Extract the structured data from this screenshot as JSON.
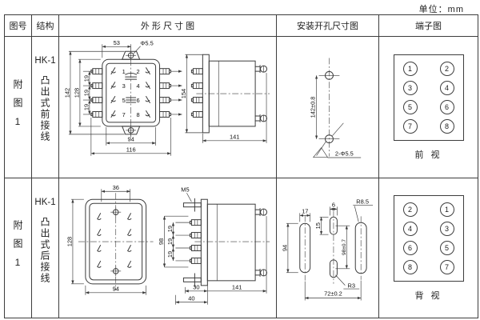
{
  "page": {
    "unit_label": "单位：mm"
  },
  "table": {
    "headers": [
      "图号",
      "结构",
      "外 形 尺 寸 图",
      "安装开孔尺寸图",
      "端子图"
    ]
  },
  "rows": [
    {
      "figure_no": "附图1",
      "structure": {
        "model": "HK-1",
        "type": "凸出式前接线"
      },
      "outline": {
        "dim_top": "53",
        "dim_hole": "Φ5.5",
        "dim_h_outer": "142",
        "dim_h_inner": "128",
        "dim_p1": "19",
        "dim_p2": "19",
        "dim_p3": "19",
        "dim_w_inner": "94",
        "dim_w_outer": "116",
        "dim_side_h": "154",
        "dim_depth": "141",
        "terminal_numbers": [
          "1",
          "2",
          "3",
          "4",
          "5",
          "6",
          "7",
          "8"
        ]
      },
      "mounting": {
        "dim_spacing": "142±0.8",
        "hole_label": "2-Φ5.5"
      },
      "terminals": {
        "numbers": [
          "1",
          "2",
          "3",
          "4",
          "5",
          "6",
          "7",
          "8"
        ],
        "view_label": "前 视"
      }
    },
    {
      "figure_no": "附图1",
      "structure": {
        "model": "HK-1",
        "type": "凸出式后接线"
      },
      "outline": {
        "dim_top": "36",
        "dim_h": "128",
        "dim_w": "94",
        "thread_label": "M5",
        "dim_side_h": "98",
        "dim_p1": "19",
        "dim_p2": "19",
        "dim_p3": "19",
        "dim_d1": "30",
        "dim_d2": "40",
        "dim_depth": "141"
      },
      "mounting": {
        "dim_slot_w": "17",
        "dim_slot_h": "94",
        "dim_mid_w": "6",
        "dim_mid_h": "15",
        "dim_spacing": "98±0.7",
        "radius_big": "R8.5",
        "radius_small": "R3",
        "dim_width": "72±0.2"
      },
      "terminals": {
        "numbers": [
          "2",
          "1",
          "4",
          "3",
          "6",
          "5",
          "8",
          "7"
        ],
        "view_label": "背 视"
      }
    }
  ]
}
